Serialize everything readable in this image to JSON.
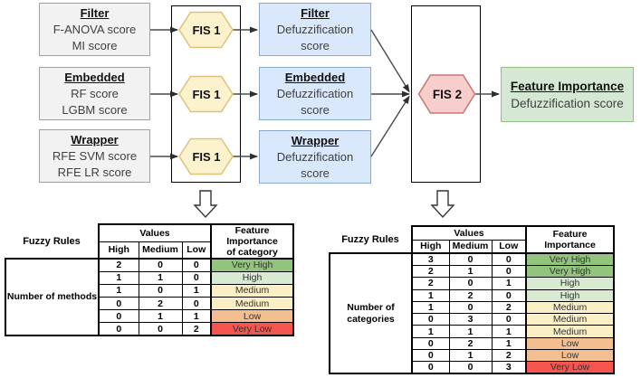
{
  "flow": {
    "inputs": [
      {
        "title": "Filter",
        "line1": "F-ANOVA score",
        "line2": "MI score"
      },
      {
        "title": "Embedded",
        "line1": "RF score",
        "line2": "LGBM score"
      },
      {
        "title": "Wrapper",
        "line1": "RFE SVM score",
        "line2": "RFE LR score"
      }
    ],
    "fis1": {
      "label": "FIS 1"
    },
    "defuzz": [
      {
        "title": "Filter",
        "line1": "Defuzzification",
        "line2": "score"
      },
      {
        "title": "Embedded",
        "line1": "Defuzzification",
        "line2": "score"
      },
      {
        "title": "Wrapper",
        "line1": "Defuzzification",
        "line2": "score"
      }
    ],
    "fis2": {
      "label": "FIS 2"
    },
    "output": {
      "title": "Feature Importance",
      "line1": "Defuzzification score"
    }
  },
  "tables": {
    "left": {
      "title": "Fuzzy Rules",
      "values_header": "Values",
      "columns": [
        "High",
        "Medium",
        "Low"
      ],
      "importance_header": "Feature Importance\nof category",
      "group_label": "Number of methods",
      "rows": [
        {
          "high": "2",
          "medium": "0",
          "low": "0",
          "importance": "Very High"
        },
        {
          "high": "1",
          "medium": "1",
          "low": "0",
          "importance": "High"
        },
        {
          "high": "1",
          "medium": "0",
          "low": "1",
          "importance": "Medium"
        },
        {
          "high": "0",
          "medium": "2",
          "low": "0",
          "importance": "Medium"
        },
        {
          "high": "0",
          "medium": "1",
          "low": "1",
          "importance": "Low"
        },
        {
          "high": "0",
          "medium": "0",
          "low": "2",
          "importance": "Very Low"
        }
      ]
    },
    "right": {
      "title": "Fuzzy Rules",
      "values_header": "Values",
      "columns": [
        "High",
        "Medium",
        "Low"
      ],
      "importance_header": "Feature Importance",
      "group_label": "Number of\ncategories",
      "rows": [
        {
          "high": "3",
          "medium": "0",
          "low": "0",
          "importance": "Very High"
        },
        {
          "high": "2",
          "medium": "1",
          "low": "0",
          "importance": "Very High"
        },
        {
          "high": "2",
          "medium": "0",
          "low": "1",
          "importance": "High"
        },
        {
          "high": "1",
          "medium": "2",
          "low": "0",
          "importance": "High"
        },
        {
          "high": "1",
          "medium": "0",
          "low": "2",
          "importance": "Medium"
        },
        {
          "high": "0",
          "medium": "3",
          "low": "0",
          "importance": "Medium"
        },
        {
          "high": "1",
          "medium": "1",
          "low": "1",
          "importance": "Medium"
        },
        {
          "high": "0",
          "medium": "2",
          "low": "1",
          "importance": "Low"
        },
        {
          "high": "0",
          "medium": "1",
          "low": "2",
          "importance": "Low"
        },
        {
          "high": "0",
          "medium": "0",
          "low": "3",
          "importance": "Very Low"
        }
      ]
    }
  },
  "colors": {
    "level_colors": {
      "Very High": "#93C47D",
      "High": "#D9EAD3",
      "Medium": "#FBEFC6",
      "Low": "#F3BE90",
      "Very Low": "#F4554E"
    },
    "input_box_fill": "#F2F2F2",
    "input_box_border": "#A0A0A0",
    "fis1_fill": "#FDF2CE",
    "fis1_border": "#DCC37B",
    "defuzz_fill": "#DAE8FC",
    "defuzz_border": "#8EA9CE",
    "fis2_fill": "#F8CECC",
    "fis2_border": "#C9756E",
    "output_fill": "#D5E8D4",
    "output_border": "#95BE84"
  }
}
